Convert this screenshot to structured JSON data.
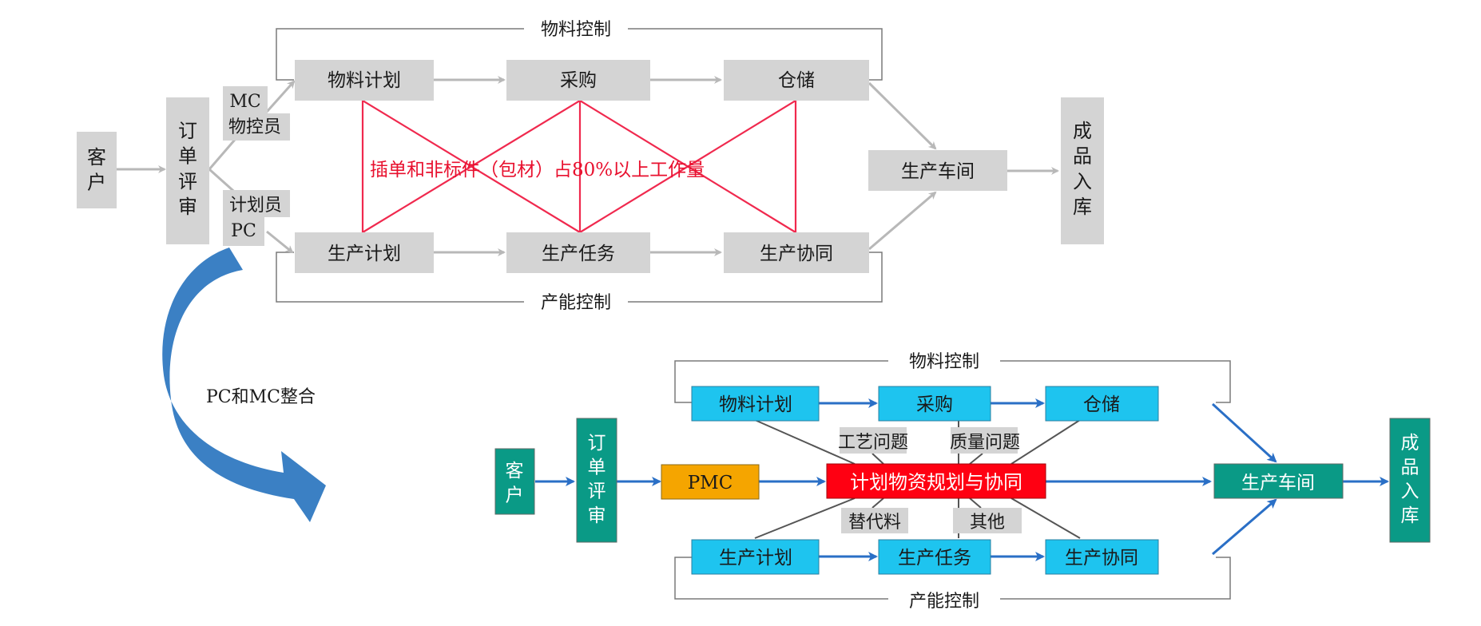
{
  "colors": {
    "gray_box": "#d4d4d4",
    "gray_arrow": "#b8b8b8",
    "bracket_line": "#7a7a7a",
    "red_line": "#f0294e",
    "red_text": "#e8102e",
    "teal_box": "#0a9a86",
    "cyan_box": "#1ec4ef",
    "orange_box": "#f5a500",
    "red_box": "#ff0012",
    "blue_arrow": "#2a6fc6",
    "curve_arrow": "#3b80c4",
    "connector_line": "#555555",
    "dark_text": "#1a1a1a",
    "white_text": "#ffffff"
  },
  "before": {
    "customer": "客户",
    "order_review": "订单评审",
    "mc_role": [
      "MC",
      "物控员"
    ],
    "pc_role": [
      "计划员",
      "PC"
    ],
    "material_plan": "物料计划",
    "purchasing": "采购",
    "warehouse": "仓储",
    "production_plan": "生产计划",
    "production_task": "生产任务",
    "production_coord": "生产协同",
    "workshop": "生产车间",
    "finished_goods": "成品入库",
    "material_control": "物料控制",
    "capacity_control": "产能控制",
    "workload_note": "插单和非标件（包材）占80%以上工作量"
  },
  "transition": {
    "label": "PC和MC整合"
  },
  "after": {
    "customer": "客户",
    "order_review": "订单评审",
    "pmc": "PMC",
    "core": "计划物资规划与协同",
    "material_plan": "物料计划",
    "purchasing": "采购",
    "warehouse": "仓储",
    "production_plan": "生产计划",
    "production_task": "生产任务",
    "production_coord": "生产协同",
    "workshop": "生产车间",
    "finished_goods": "成品入库",
    "material_control": "物料控制",
    "capacity_control": "产能控制",
    "issues": {
      "process": "工艺问题",
      "quality": "质量问题",
      "substitute": "替代料",
      "other": "其他"
    }
  }
}
